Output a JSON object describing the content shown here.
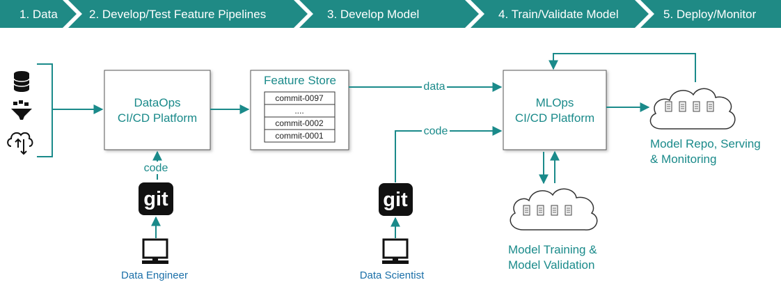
{
  "stages": [
    {
      "label": "1. Data"
    },
    {
      "label": "2. Develop/Test Feature Pipelines"
    },
    {
      "label": "3. Develop Model"
    },
    {
      "label": "4. Train/Validate Model"
    },
    {
      "label": "5. Deploy/Monitor"
    }
  ],
  "boxes": {
    "dataops": {
      "line1": "DataOps",
      "line2": "CI/CD Platform"
    },
    "feature_store": {
      "title": "Feature Store",
      "commits": [
        "commit-0097",
        "....",
        "commit-0002",
        "commit-0001"
      ]
    },
    "mlops": {
      "line1": "MLOps",
      "line2": "CI/CD Platform"
    }
  },
  "edge_labels": {
    "data": "data",
    "code_top": "code",
    "code_left": "code"
  },
  "git_label": "git",
  "roles": {
    "engineer": "Data Engineer",
    "scientist": "Data Scientist"
  },
  "clouds": {
    "repo": {
      "line1": "Model Repo, Serving",
      "line2": "& Monitoring"
    },
    "training": {
      "line1": "Model Training &",
      "line2": "Model Validation"
    }
  },
  "colors": {
    "teal": "#1a8a8a",
    "role_blue": "#1a6fa8"
  }
}
